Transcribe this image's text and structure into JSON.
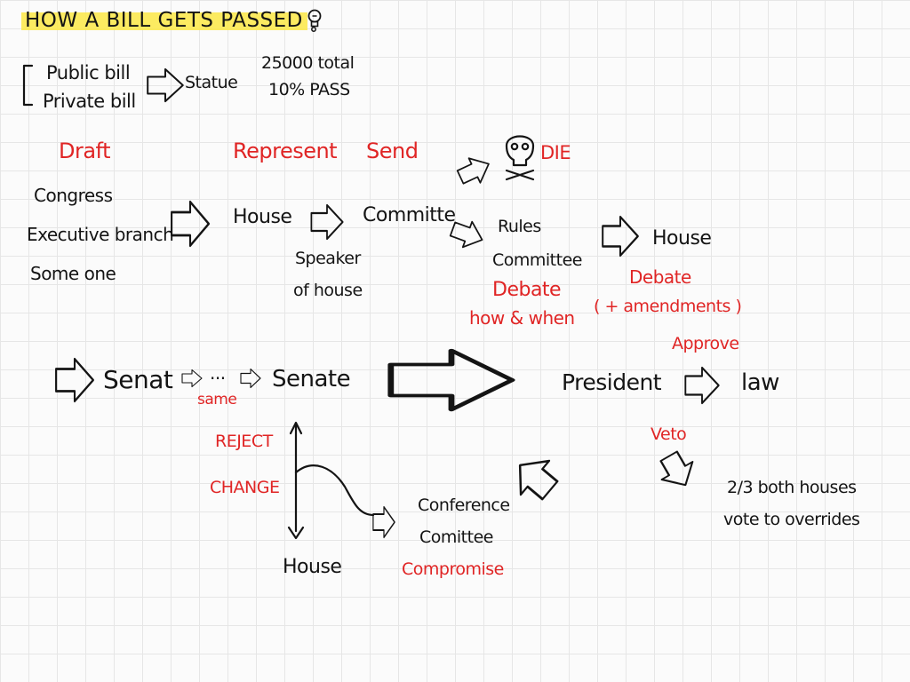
{
  "title": "HOW A BILL GETS PASSED",
  "intro": {
    "bill_types": [
      "Public bill",
      "Private bill"
    ],
    "statue": "Statue",
    "total": "25000 total",
    "pass_rate": "10% PASS"
  },
  "stage_labels": {
    "draft": "Draft",
    "represent": "Represent",
    "send": "Send",
    "die": "DIE",
    "debate_rules": "Debate",
    "how_when": "how & when",
    "debate_house": "Debate",
    "amendments": "( + amendments )",
    "approve": "Approve",
    "same": "same",
    "veto": "Veto",
    "reject": "REJECT",
    "change": "CHANGE",
    "compromise": "Compromise"
  },
  "drafters": [
    "Congress",
    "Executive branch",
    "Some one"
  ],
  "nodes": {
    "house_1": "House",
    "speaker": [
      "Speaker",
      "of house"
    ],
    "committee": "Committe",
    "rules_committee": [
      "Rules",
      "Committee"
    ],
    "house_2": "House",
    "senat": "Senat",
    "ellipsis": "...",
    "senate": "Senate",
    "president": "President",
    "law": "law",
    "override": [
      "2/3 both houses",
      "vote to overrides"
    ],
    "conference_committee": [
      "Conference",
      "Comittee"
    ],
    "house_3": "House"
  },
  "colors": {
    "ink": "#141414",
    "red": "#e02525",
    "highlight": "#fbe845"
  }
}
